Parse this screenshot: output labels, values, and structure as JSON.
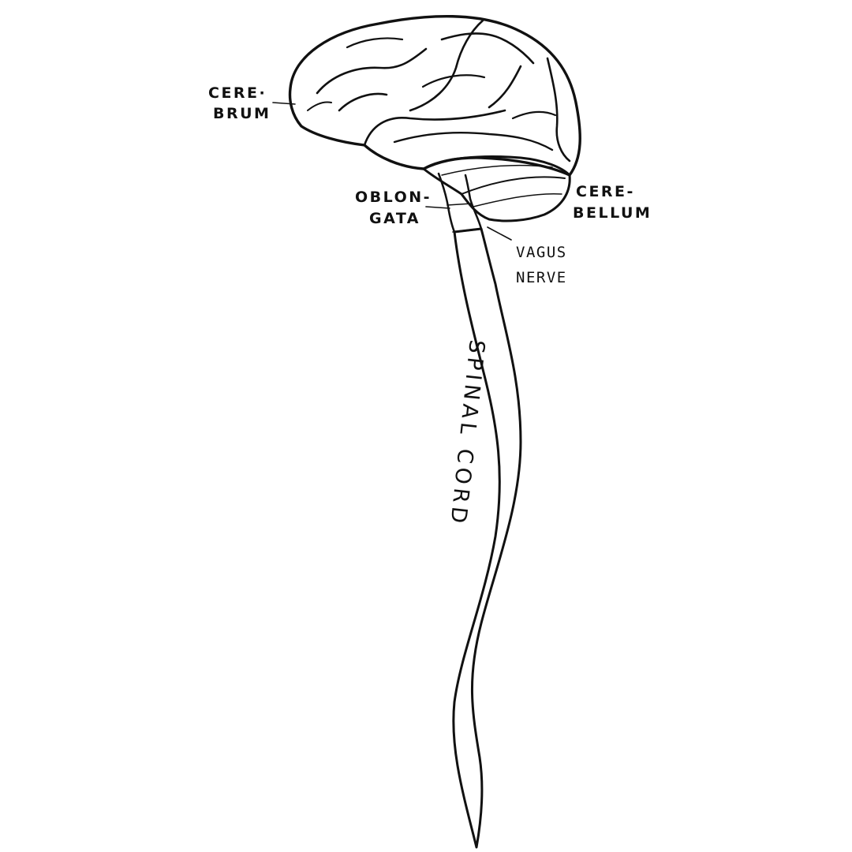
{
  "labels": {
    "cerebrum": [
      "CERE·",
      "BRUM"
    ],
    "oblongata": [
      "OBLON-",
      "GATA"
    ],
    "cerebellum": [
      "CERE-",
      "BELLUM"
    ],
    "vagus_nerve": [
      "VAGUS",
      "NERVE"
    ],
    "spinal_cord": "SPINAL CORD"
  },
  "colors": {
    "ink": "#111111",
    "background": "#ffffff"
  }
}
